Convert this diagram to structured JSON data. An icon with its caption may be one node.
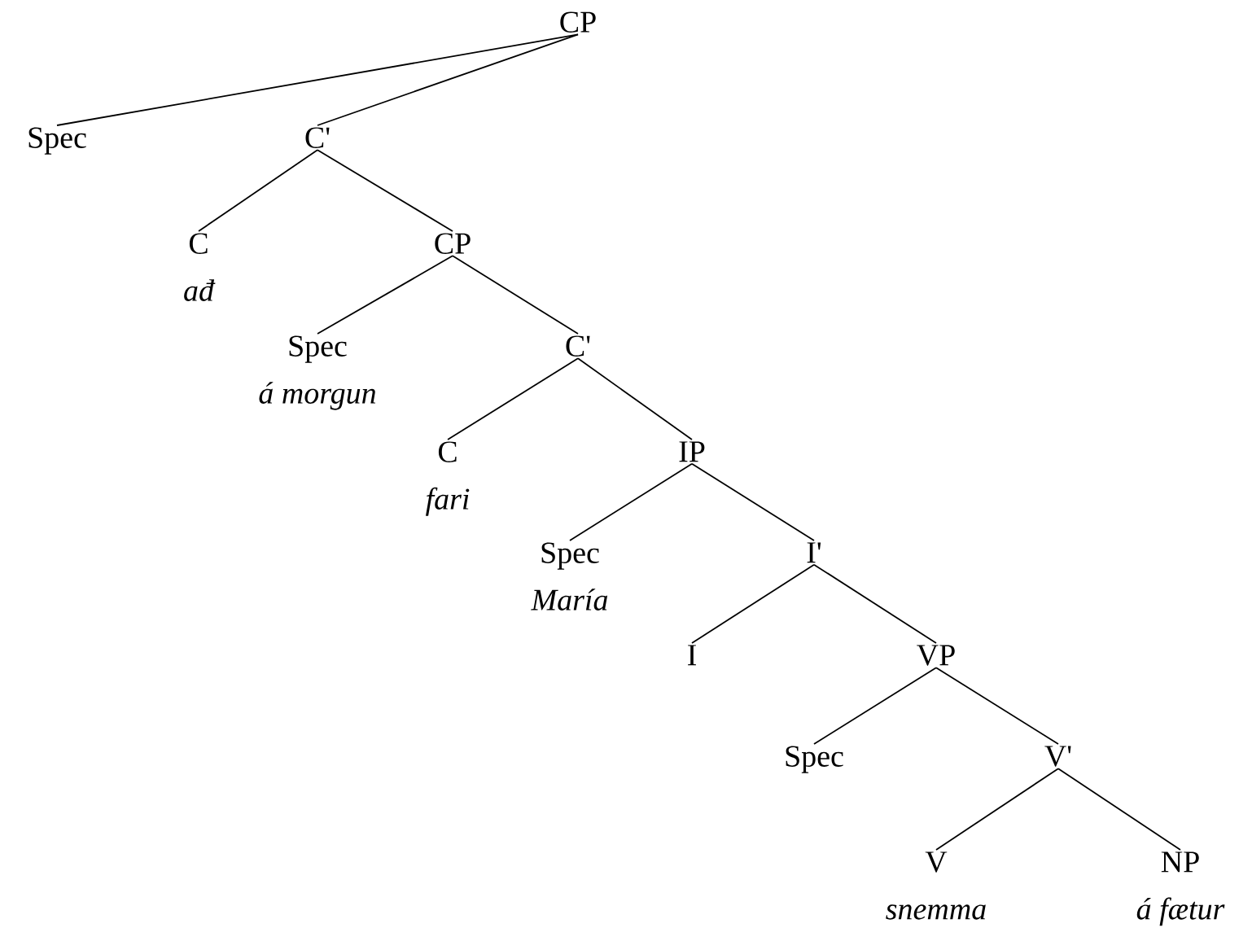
{
  "diagram": {
    "nodes": [
      {
        "text": [
          "CP"
        ]
      },
      {
        "text": [
          "Spec"
        ]
      },
      {
        "text": [
          "C'"
        ]
      },
      {
        "text": [
          "C",
          "ađ"
        ]
      },
      {
        "text": [
          "CP"
        ]
      },
      {
        "text": [
          "Spec",
          "á morgun"
        ]
      },
      {
        "text": [
          "C'"
        ]
      },
      {
        "text": [
          "C",
          "fari"
        ]
      },
      {
        "text": [
          "IP"
        ]
      },
      {
        "text": [
          "Spec",
          "María"
        ]
      },
      {
        "text": [
          "I'"
        ]
      },
      {
        "text": [
          "I"
        ]
      },
      {
        "text": [
          "VP"
        ]
      },
      {
        "text": [
          "Spec"
        ]
      },
      {
        "text": [
          "V'"
        ]
      },
      {
        "text": [
          "V",
          "snemma"
        ]
      },
      {
        "text": [
          "NP",
          "á fætur"
        ]
      }
    ],
    "edges": [
      {
        "from": 0,
        "to": 1,
        "arrow": "none"
      },
      {
        "from": 0,
        "to": 2,
        "arrow": "none"
      },
      {
        "from": 2,
        "to": 3,
        "arrow": "none"
      },
      {
        "from": 2,
        "to": 4,
        "arrow": "none"
      },
      {
        "from": 4,
        "to": 5,
        "arrow": "none"
      },
      {
        "from": 4,
        "to": 6,
        "arrow": "none"
      },
      {
        "from": 6,
        "to": 7,
        "arrow": "none"
      },
      {
        "from": 6,
        "to": 8,
        "arrow": "none"
      },
      {
        "from": 8,
        "to": 9,
        "arrow": "none"
      },
      {
        "from": 8,
        "to": 10,
        "arrow": "none"
      },
      {
        "from": 10,
        "to": 11,
        "arrow": "none"
      },
      {
        "from": 10,
        "to": 12,
        "arrow": "none"
      },
      {
        "from": 12,
        "to": 13,
        "arrow": "none"
      },
      {
        "from": 12,
        "to": 14,
        "arrow": "none"
      },
      {
        "from": 14,
        "to": 15,
        "arrow": "none"
      },
      {
        "from": 14,
        "to": 16,
        "arrow": "none"
      }
    ]
  }
}
